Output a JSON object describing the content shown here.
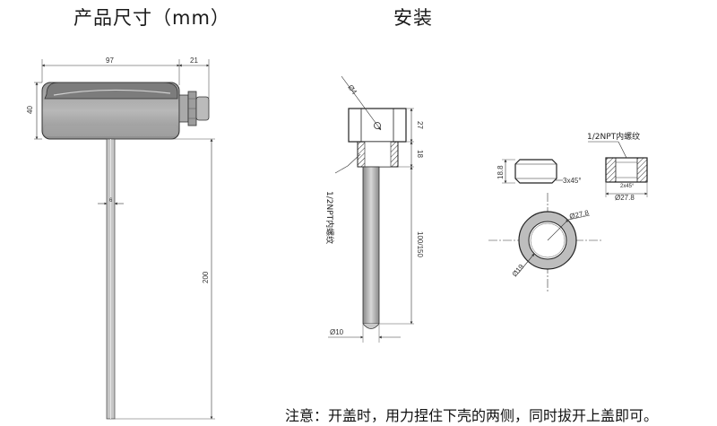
{
  "titles": {
    "dimensions": "产品尺寸（mm）",
    "installation": "安装"
  },
  "product_drawing": {
    "width_body": "97",
    "width_gland": "21",
    "height_body": "40",
    "probe_diameter": "6",
    "probe_length": "200"
  },
  "install_drawing": {
    "hole_diameter": "Ø4",
    "thread_label": "1/2NPT内螺纹",
    "head_height": "27",
    "thread_height": "18",
    "tube_length": "100/150",
    "tube_diameter": "Ø10"
  },
  "nut_drawing": {
    "height": "18.8",
    "chamfer": "3x45°",
    "thread_label": "1/2NPT内螺纹",
    "small_dim": "2x45°",
    "outer_diameter": "Ø27.8",
    "ring_outer": "Ø27.8",
    "ring_inner": "Ø19"
  },
  "note": "注意：开盖时，用力捏住下壳的两侧，同时拔开上盖即可。"
}
